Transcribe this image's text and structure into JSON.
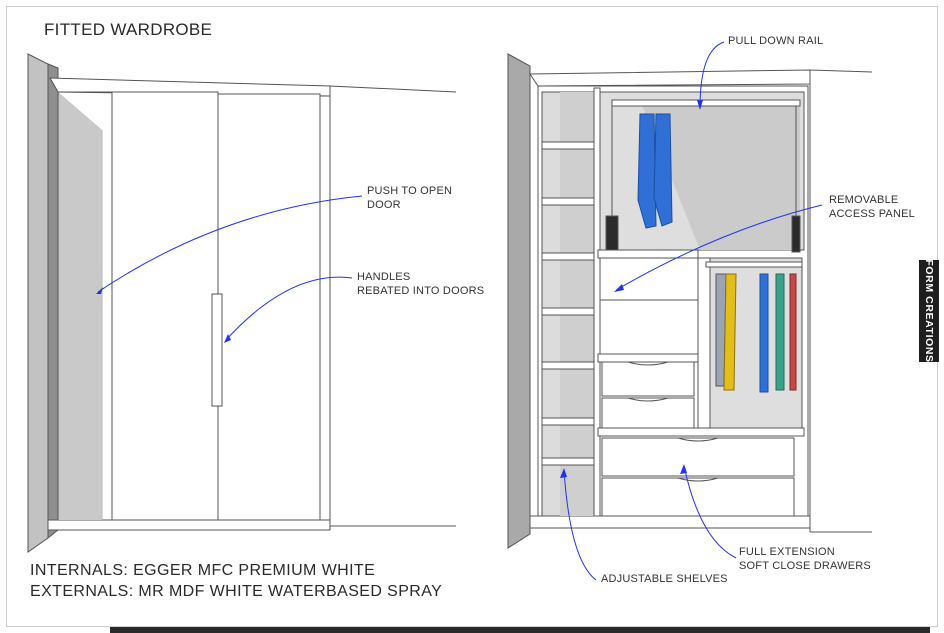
{
  "title": "FITTED WARDROBE",
  "labels": {
    "push_to_open": [
      "PUSH TO OPEN",
      "DOOR"
    ],
    "handles": [
      "HANDLES",
      "REBATED INTO DOORS"
    ],
    "pull_down_rail": "PULL DOWN RAIL",
    "removable_panel": [
      "REMOVABLE",
      "ACCESS PANEL"
    ],
    "full_extension": [
      "FULL EXTENSION",
      "SOFT CLOSE DRAWERS"
    ],
    "adjustable_shelves": "ADJUSTABLE SHELVES"
  },
  "specs": {
    "internals": "INTERNALS: EGGER MFC PREMIUM WHITE",
    "externals": "EXTERNALS: MR MDF WHITE WATERBASED SPRAY"
  },
  "brand": "FORM CREATIONS",
  "colors": {
    "shadow": "#c9c9c9",
    "wall_dark": "#a9a9a9",
    "leader": "#2233ee",
    "garment_blue": "#2f6fd6",
    "garment_yellow": "#e3bd1a",
    "garment_teal": "#3aa088",
    "garment_red": "#c84848",
    "garment_grey": "#9aa4b2"
  }
}
